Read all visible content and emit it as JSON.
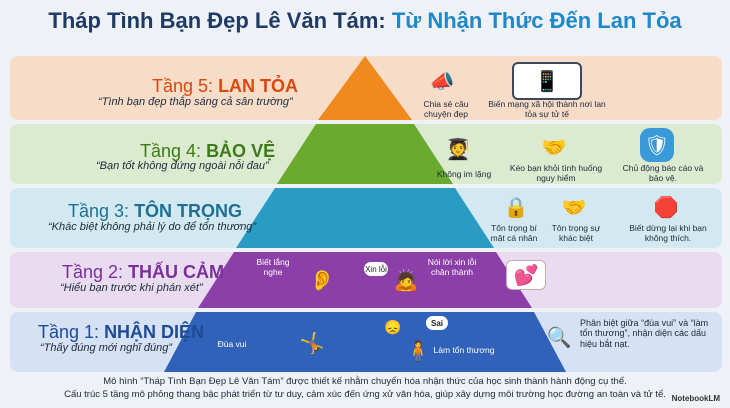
{
  "title": {
    "part1": "Tháp Tình Bạn Đẹp Lê Văn Tám:",
    "part2": "Từ Nhận Thức Đến Lan Tỏa"
  },
  "levels": [
    {
      "label": "Tầng 5:",
      "name": "LAN TỎA",
      "quote": "“Tình bạn đẹp thắp sáng cả sân trường”",
      "color": "#f08a1e",
      "captions": [
        "Chia sẻ câu chuyện đẹp",
        "Biến mạng xã hội thành nơi lan tỏa sự tử tế"
      ],
      "icons": [
        "megaphone-icon",
        "social-screen-icon"
      ]
    },
    {
      "label": "Tầng 4:",
      "name": "BẢO VỆ",
      "quote": "“Bạn tốt không đứng ngoài nỗi đau”",
      "color": "#6aaa2e",
      "captions": [
        "Không im lặng",
        "Kéo bạn khỏi tình huống nguy hiểm",
        "Chủ động báo cáo và bảo vệ."
      ],
      "icons": [
        "students-icon",
        "rescue-icon",
        "shield-icon"
      ]
    },
    {
      "label": "Tầng 3:",
      "name": "TÔN TRỌNG",
      "quote": "“Khác biệt không phải lý do để tổn thương”",
      "color": "#2a9cc4",
      "captions": [
        "Tôn trọng bí mật cá nhân",
        "Tôn trọng sự khác biệt",
        "Biết dừng lại khi bạn không thích."
      ],
      "icons": [
        "secret-lock-icon",
        "handshake-icon",
        "stop-sign-icon"
      ]
    },
    {
      "label": "Tầng 2:",
      "name": "THẤU CẢM",
      "quote": "“Hiểu bạn trước khi phán xét”",
      "color": "#8c3fa8",
      "captions": [
        "Biết lắng nghe",
        "Nói lời xin lỗi chân thành"
      ],
      "bubble": "Xin lỗi",
      "icons": [
        "listening-students-icon",
        "apology-students-icon",
        "hearts-icon"
      ]
    },
    {
      "label": "Tầng 1:",
      "name": "NHẬN DIỆN",
      "quote": "“Thấy đúng mới nghĩ đúng”",
      "color": "#2f62b8",
      "captions": [
        "Đùa vui",
        "Làm tổn thương",
        "Phân biệt giữa “đùa vui” và “làm tổn thương”, nhận diện các dấu hiệu bắt nạt."
      ],
      "bubble": "Sai",
      "icons": [
        "playing-students-icon",
        "hurt-student-icon",
        "magnifier-icon"
      ]
    }
  ],
  "footer": {
    "line1": "Mô hình “Tháp Tình Bạn Đẹp Lê Văn Tám” được thiết kế nhằm chuyển hóa nhận thức của học sinh thành hành động cụ thể.",
    "line2": "Cấu trúc 5 tầng mô phỏng thang bậc phát triển từ tư duy, cảm xúc đến ứng xử văn hóa, giúp xây dựng môi trường học đường an toàn và tử tế.",
    "brand": "NotebookLM"
  }
}
